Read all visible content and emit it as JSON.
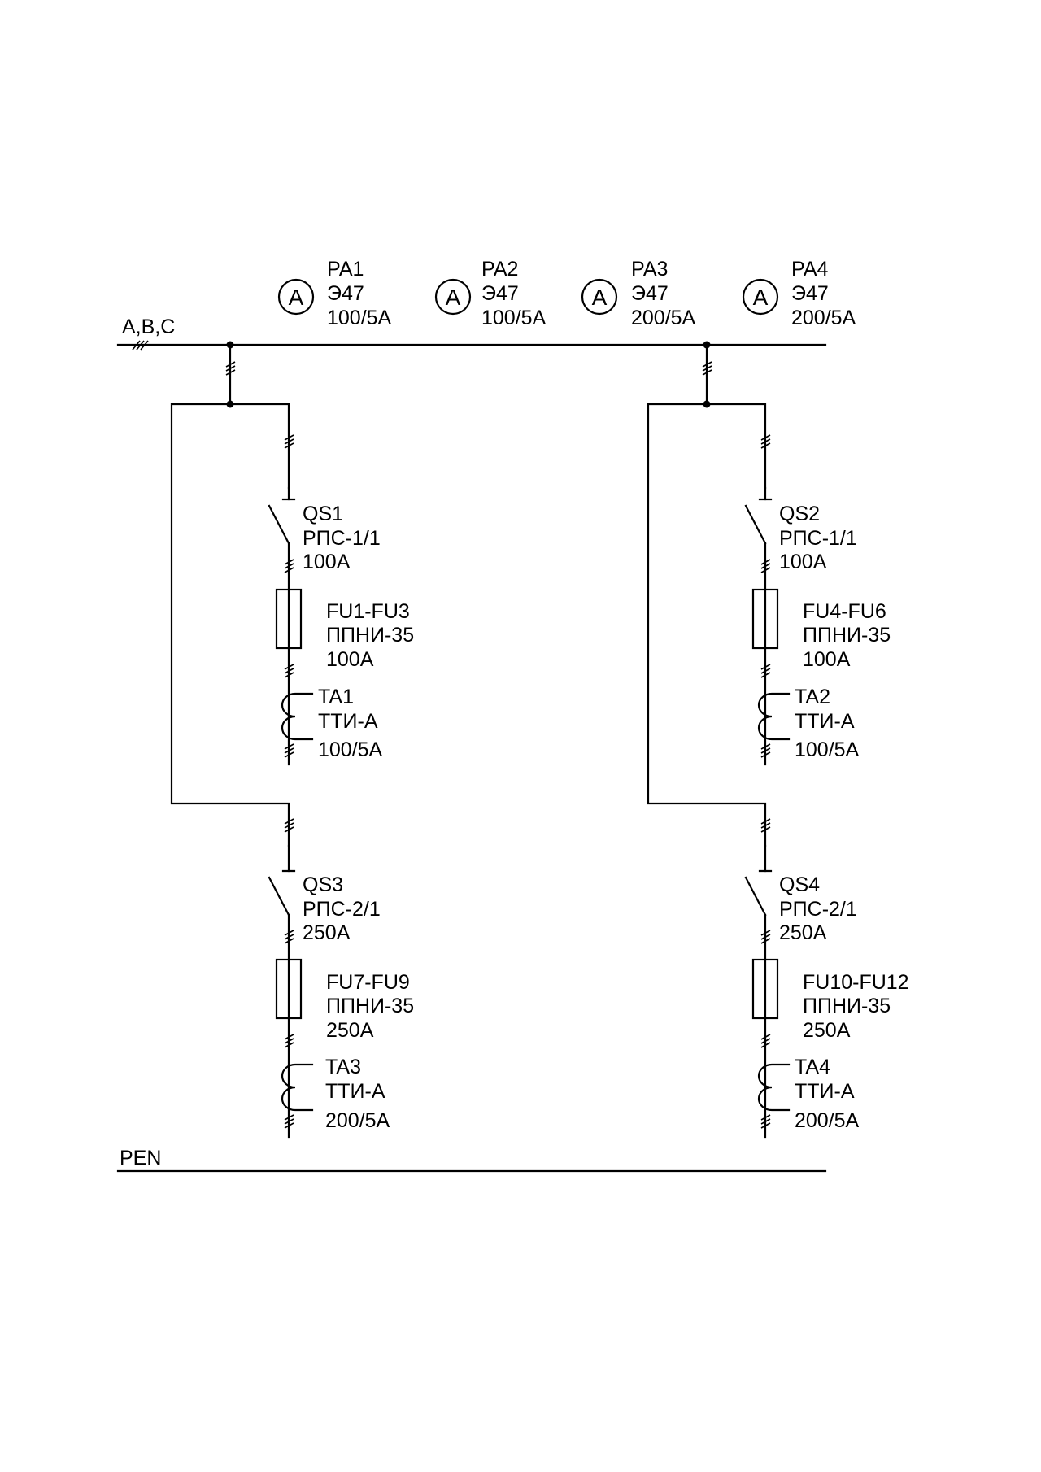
{
  "bus": {
    "supply_label": "A,B,C",
    "pen_label": "PEN"
  },
  "ammeters": [
    {
      "symbol": "A",
      "ref": "PA1",
      "type": "Э47",
      "rating": "100/5A"
    },
    {
      "symbol": "A",
      "ref": "PA2",
      "type": "Э47",
      "rating": "100/5A"
    },
    {
      "symbol": "A",
      "ref": "PA3",
      "type": "Э47",
      "rating": "200/5A"
    },
    {
      "symbol": "A",
      "ref": "PA4",
      "type": "Э47",
      "rating": "200/5A"
    }
  ],
  "units": [
    {
      "switch": {
        "ref": "QS1",
        "type": "РПС-1/1",
        "rating": "100A"
      },
      "fuse": {
        "ref": "FU1-FU3",
        "type": "ППНИ-35",
        "rating": "100A"
      },
      "ct": {
        "ref": "TA1",
        "type": "ТТИ-А",
        "rating": "100/5A"
      }
    },
    {
      "switch": {
        "ref": "QS2",
        "type": "РПС-1/1",
        "rating": "100A"
      },
      "fuse": {
        "ref": "FU4-FU6",
        "type": "ППНИ-35",
        "rating": "100A"
      },
      "ct": {
        "ref": "TA2",
        "type": "ТТИ-А",
        "rating": "100/5A"
      }
    },
    {
      "switch": {
        "ref": "QS3",
        "type": "РПС-2/1",
        "rating": "250A"
      },
      "fuse": {
        "ref": "FU7-FU9",
        "type": "ППНИ-35",
        "rating": "250A"
      },
      "ct": {
        "ref": "TA3",
        "type": "ТТИ-А",
        "rating": "200/5A"
      }
    },
    {
      "switch": {
        "ref": "QS4",
        "type": "РПС-2/1",
        "rating": "250A"
      },
      "fuse": {
        "ref": "FU10-FU12",
        "type": "ППНИ-35",
        "rating": "250A"
      },
      "ct": {
        "ref": "TA4",
        "type": "ТТИ-А",
        "rating": "200/5A"
      }
    }
  ]
}
